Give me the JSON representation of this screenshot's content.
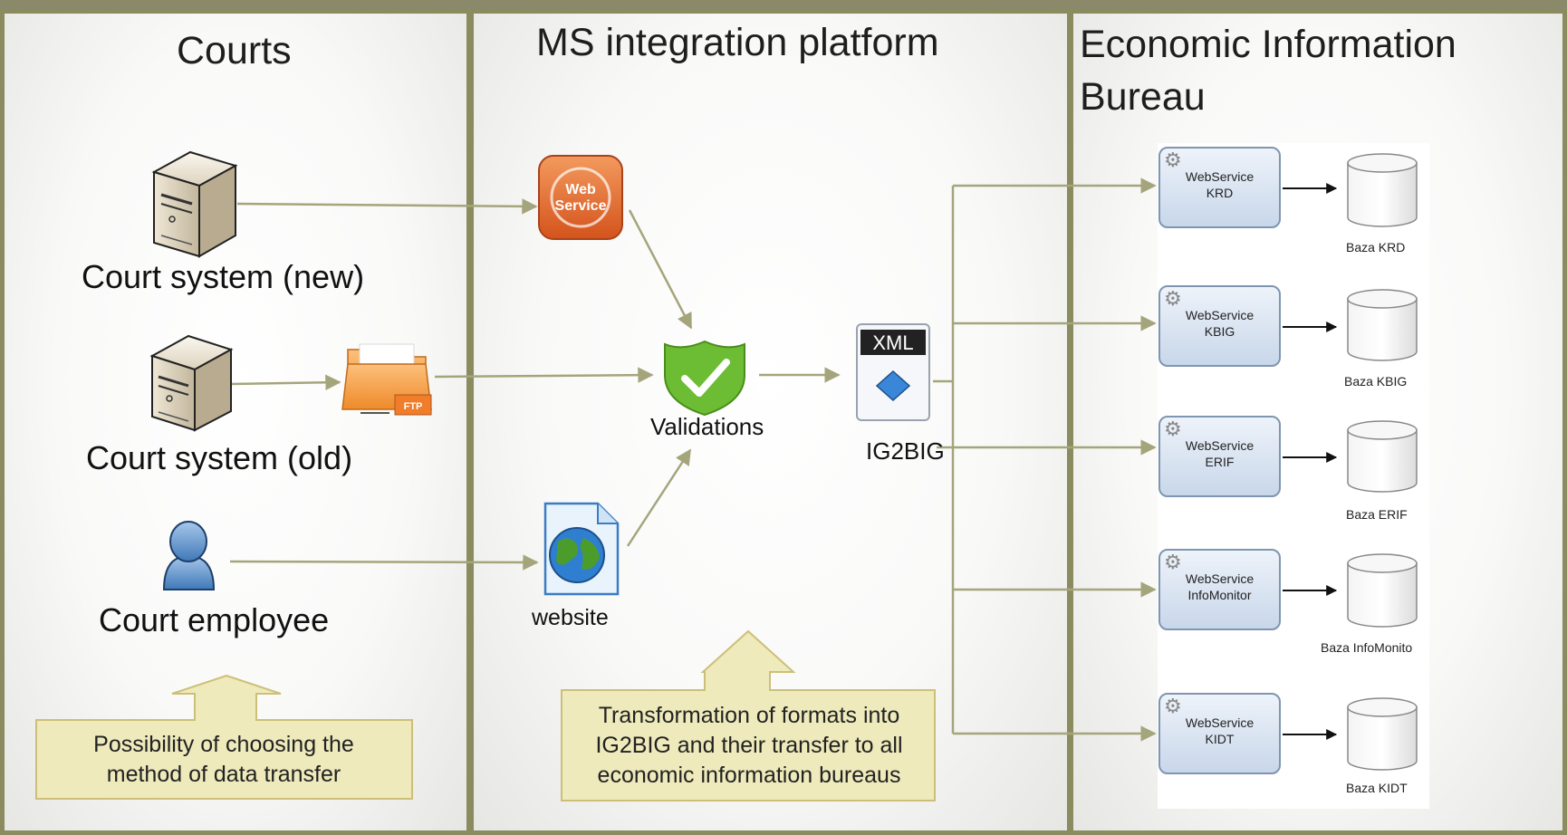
{
  "panels": {
    "courts": "Courts",
    "platform": "MS integration platform",
    "bureau_line1": "Economic Information",
    "bureau_line2": "Bureau"
  },
  "courts": {
    "new_system": "Court system (new)",
    "old_system": "Court system (old)",
    "employee": "Court employee",
    "note": "Possibility of choosing the method of data transfer"
  },
  "platform": {
    "webservice_icon_text": [
      "Web",
      "Service"
    ],
    "ftp_badge": "FTP",
    "validations": "Validations",
    "website": "website",
    "xml_badge": "XML",
    "ig2big": "IG2BIG",
    "note": "Transformation of formats into IG2BIG and their transfer to all economic information bureaus"
  },
  "bureaus": [
    {
      "service_line1": "WebService",
      "service_line2": "KRD",
      "database": "Baza KRD"
    },
    {
      "service_line1": "WebService",
      "service_line2": "KBIG",
      "database": "Baza KBIG"
    },
    {
      "service_line1": "WebService",
      "service_line2": "ERIF",
      "database": "Baza ERIF"
    },
    {
      "service_line1": "WebService",
      "service_line2": "InfoMonitor",
      "database": "Baza InfoMonito"
    },
    {
      "service_line1": "WebService",
      "service_line2": "KIDT",
      "database": "Baza KIDT"
    }
  ],
  "colors": {
    "connector": "#a5a57c",
    "panel_border": "#8b8b60",
    "note_fill": "#eeeabb",
    "note_border": "#cdbf78",
    "shield": "#6cbd33"
  }
}
